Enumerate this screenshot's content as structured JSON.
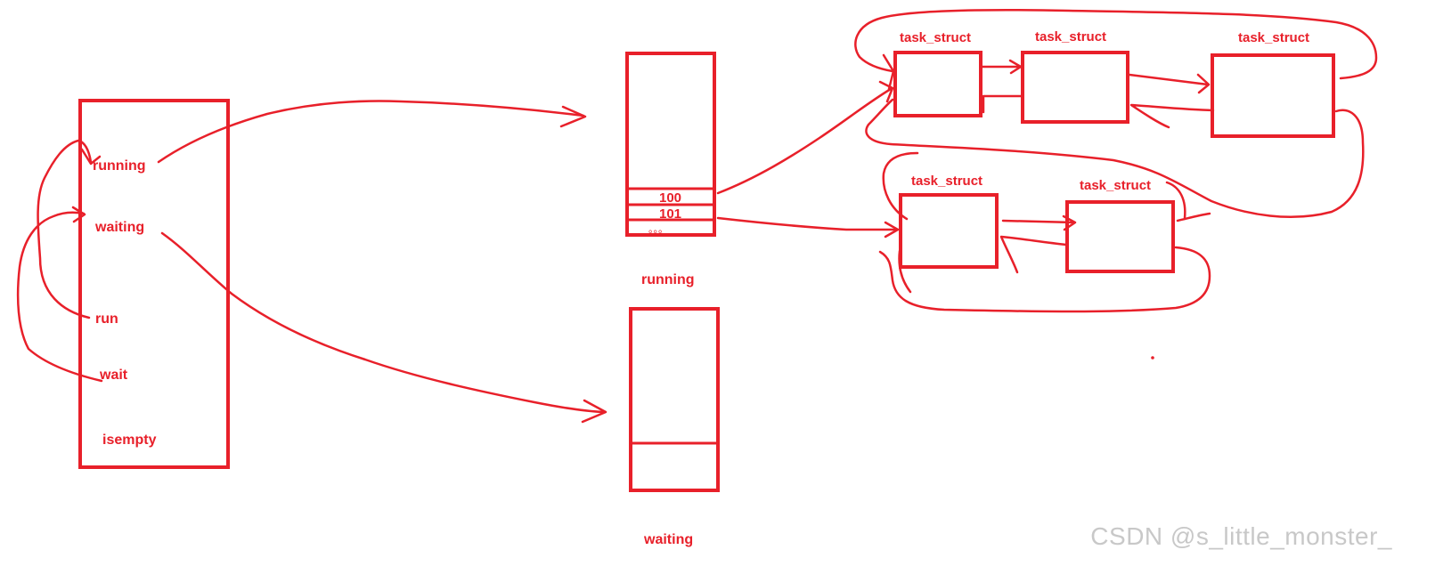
{
  "colors": {
    "ink": "#e8202a",
    "watermark": "#c8c8c8"
  },
  "left_box": {
    "items": {
      "running": "running",
      "waiting": "waiting",
      "run": "run",
      "wait": "wait",
      "isempty": "isempty"
    }
  },
  "running_queue": {
    "label": "running",
    "slots": [
      "100",
      "101"
    ],
    "ellipsis": "。。。"
  },
  "waiting_queue": {
    "label": "waiting"
  },
  "task_structs": {
    "top": [
      "task_struct",
      "task_struct",
      "task_struct"
    ],
    "bottom": [
      "task_struct",
      "task_struct"
    ]
  },
  "watermark": "CSDN @s_little_monster_"
}
